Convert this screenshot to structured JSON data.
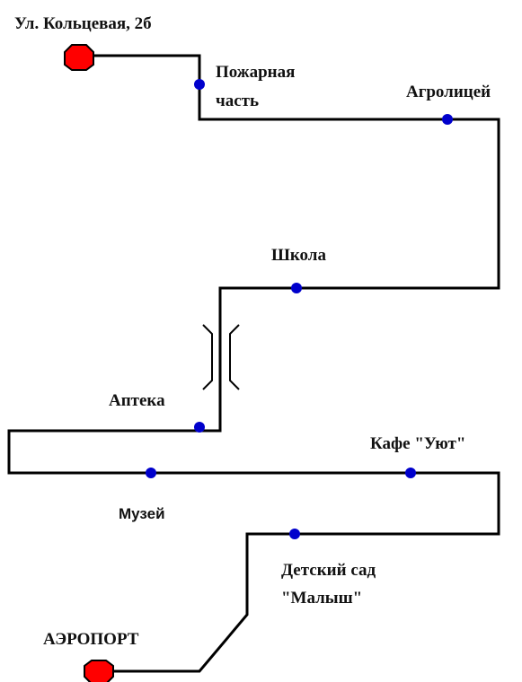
{
  "colors": {
    "route": "#000000",
    "terminal": "#ff0000",
    "stop": "#0000cc"
  },
  "labels": {
    "start": "Ул. Кольцевая, 2б",
    "fire_station_line1": "Пожарная",
    "fire_station_line2": "часть",
    "agrolicei": "Агролицей",
    "school": "Школа",
    "pharmacy": "Аптека",
    "cafe": "Кафе \"Уют\"",
    "museum": "Музей",
    "kindergarten_line1": "Детский сад",
    "kindergarten_line2": "\"Малыш\"",
    "airport": "АЭРОПОРТ"
  },
  "icons": {
    "terminal": "red-octagon-icon",
    "stop": "blue-dot-icon",
    "bridge": "bridge-icon"
  }
}
